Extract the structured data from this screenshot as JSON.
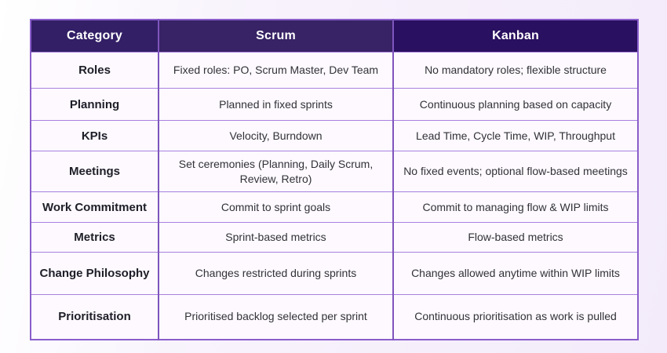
{
  "chart_data": {
    "type": "table",
    "columns": [
      "Category",
      "Scrum",
      "Kanban"
    ],
    "rows": [
      {
        "category": "Roles",
        "scrum": "Fixed roles: PO, Scrum Master, Dev Team",
        "kanban": "No mandatory roles; flexible structure"
      },
      {
        "category": "Planning",
        "scrum": "Planned in fixed sprints",
        "kanban": "Continuous planning based on capacity"
      },
      {
        "category": "KPIs",
        "scrum": "Velocity, Burndown",
        "kanban": "Lead Time, Cycle Time, WIP, Throughput"
      },
      {
        "category": "Meetings",
        "scrum": "Set ceremonies (Planning, Daily Scrum, Review, Retro)",
        "kanban": "No fixed events; optional flow-based meetings"
      },
      {
        "category": "Work Commitment",
        "scrum": "Commit to sprint goals",
        "kanban": "Commit to managing flow & WIP limits"
      },
      {
        "category": "Metrics",
        "scrum": "Sprint-based metrics",
        "kanban": "Flow-based metrics"
      },
      {
        "category": "Change Philosophy",
        "scrum": "Changes restricted during sprints",
        "kanban": "Changes allowed anytime within WIP limits"
      },
      {
        "category": "Prioritisation",
        "scrum": "Prioritised backlog selected per sprint",
        "kanban": "Continuous prioritisation as work is pulled"
      }
    ]
  },
  "colors": {
    "header_background": "#2e175f",
    "header_text": "#ffffff",
    "border_vertical": "#7e55bd",
    "border_horizontal": "#a981e0",
    "outer_border": "#8a5ecb",
    "cell_background": "#fdf9fe",
    "category_text": "#1e1e28",
    "cell_text": "#323238",
    "page_background": "#f3ebfa"
  }
}
